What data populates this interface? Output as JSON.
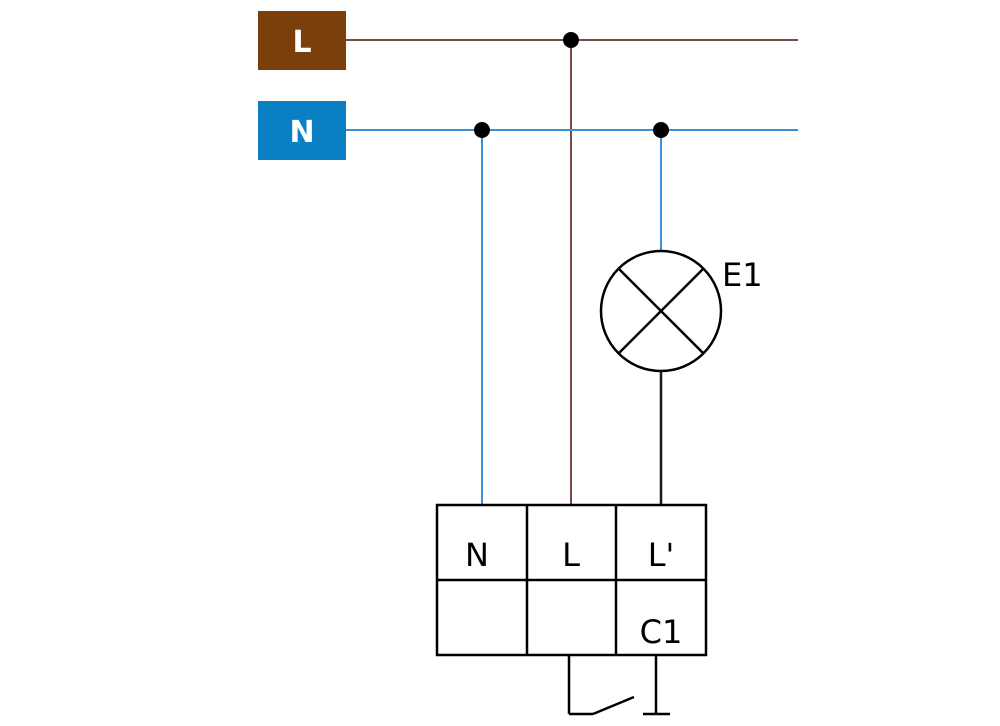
{
  "supply": {
    "live": {
      "label": "L",
      "color": "#7a3f0b"
    },
    "neutral": {
      "label": "N",
      "color": "#0a7fc4"
    }
  },
  "wire_colors": {
    "live": "#7a4b46",
    "neutral": "#3a8fd8",
    "switched": "#1a1a1a"
  },
  "lamp": {
    "label": "E1",
    "icon": "lamp-cross-icon"
  },
  "module": {
    "terminals": [
      "N",
      "L",
      "L'"
    ],
    "control_terminal": "C1"
  },
  "switch": {
    "icon": "pushbutton-switch-icon"
  }
}
